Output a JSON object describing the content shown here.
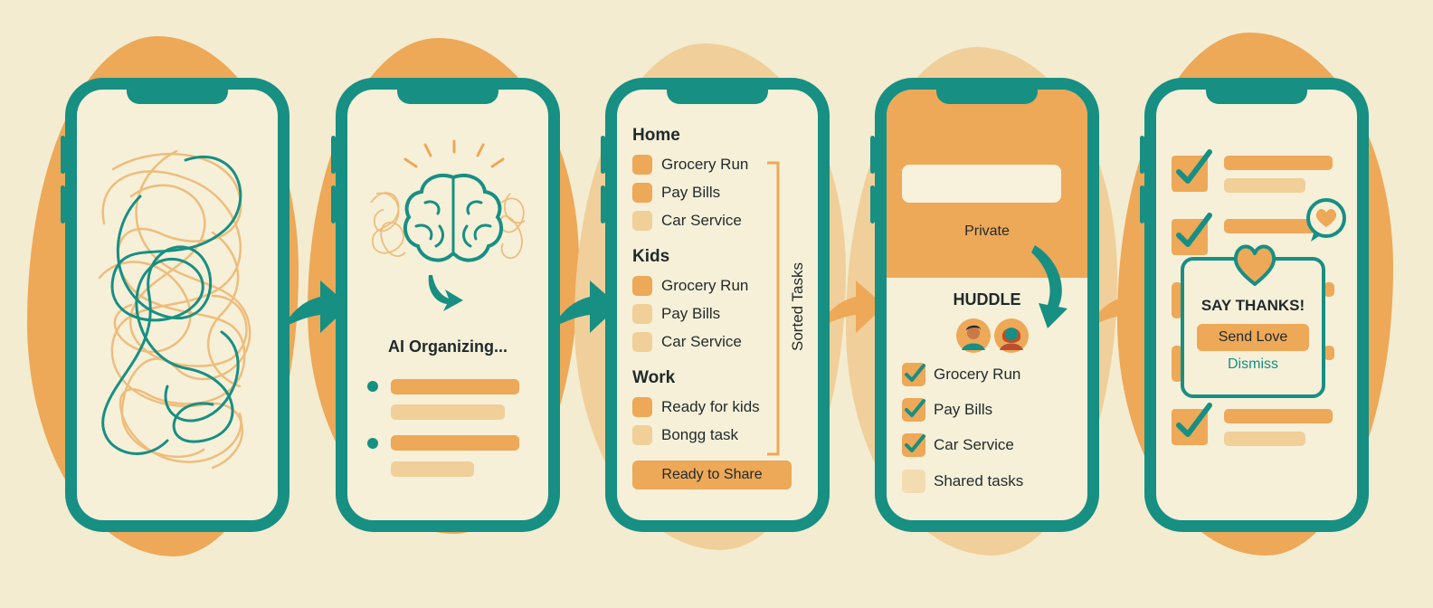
{
  "colors": {
    "background": "#f3ecd0",
    "teal": "#178f83",
    "orange": "#eda858",
    "light_orange": "#f0cf98",
    "screen": "#f6f0d9"
  },
  "steps": [
    {
      "id": "tangled",
      "icon": "tangled-lines-icon"
    },
    {
      "id": "ai",
      "icon": "brain-icon",
      "status": "AI Organizing..."
    },
    {
      "id": "sorted",
      "side_label": "Sorted Tasks",
      "groups": [
        {
          "title": "Home",
          "items": [
            "Grocery Run",
            "Pay Bills",
            "Car Service"
          ]
        },
        {
          "title": "Kids",
          "items": [
            "Grocery Run",
            "Pay Bills",
            "Car Service"
          ]
        },
        {
          "title": "Work",
          "items": [
            "Ready for kids",
            "Bonɡɡ task"
          ]
        }
      ],
      "button": "Ready to Share"
    },
    {
      "id": "huddle",
      "private_label": "Private",
      "title": "HUDDLE",
      "tasks": [
        {
          "label": "Grocery Run",
          "checked": true
        },
        {
          "label": "Pay Bills",
          "checked": true
        },
        {
          "label": "Car Service",
          "checked": true
        },
        {
          "label": "Shared tasks",
          "checked": false
        }
      ]
    },
    {
      "id": "thanks",
      "popup_title": "SAY THANKS!",
      "primary_button": "Send Love",
      "secondary_button": "Dismiss"
    }
  ]
}
